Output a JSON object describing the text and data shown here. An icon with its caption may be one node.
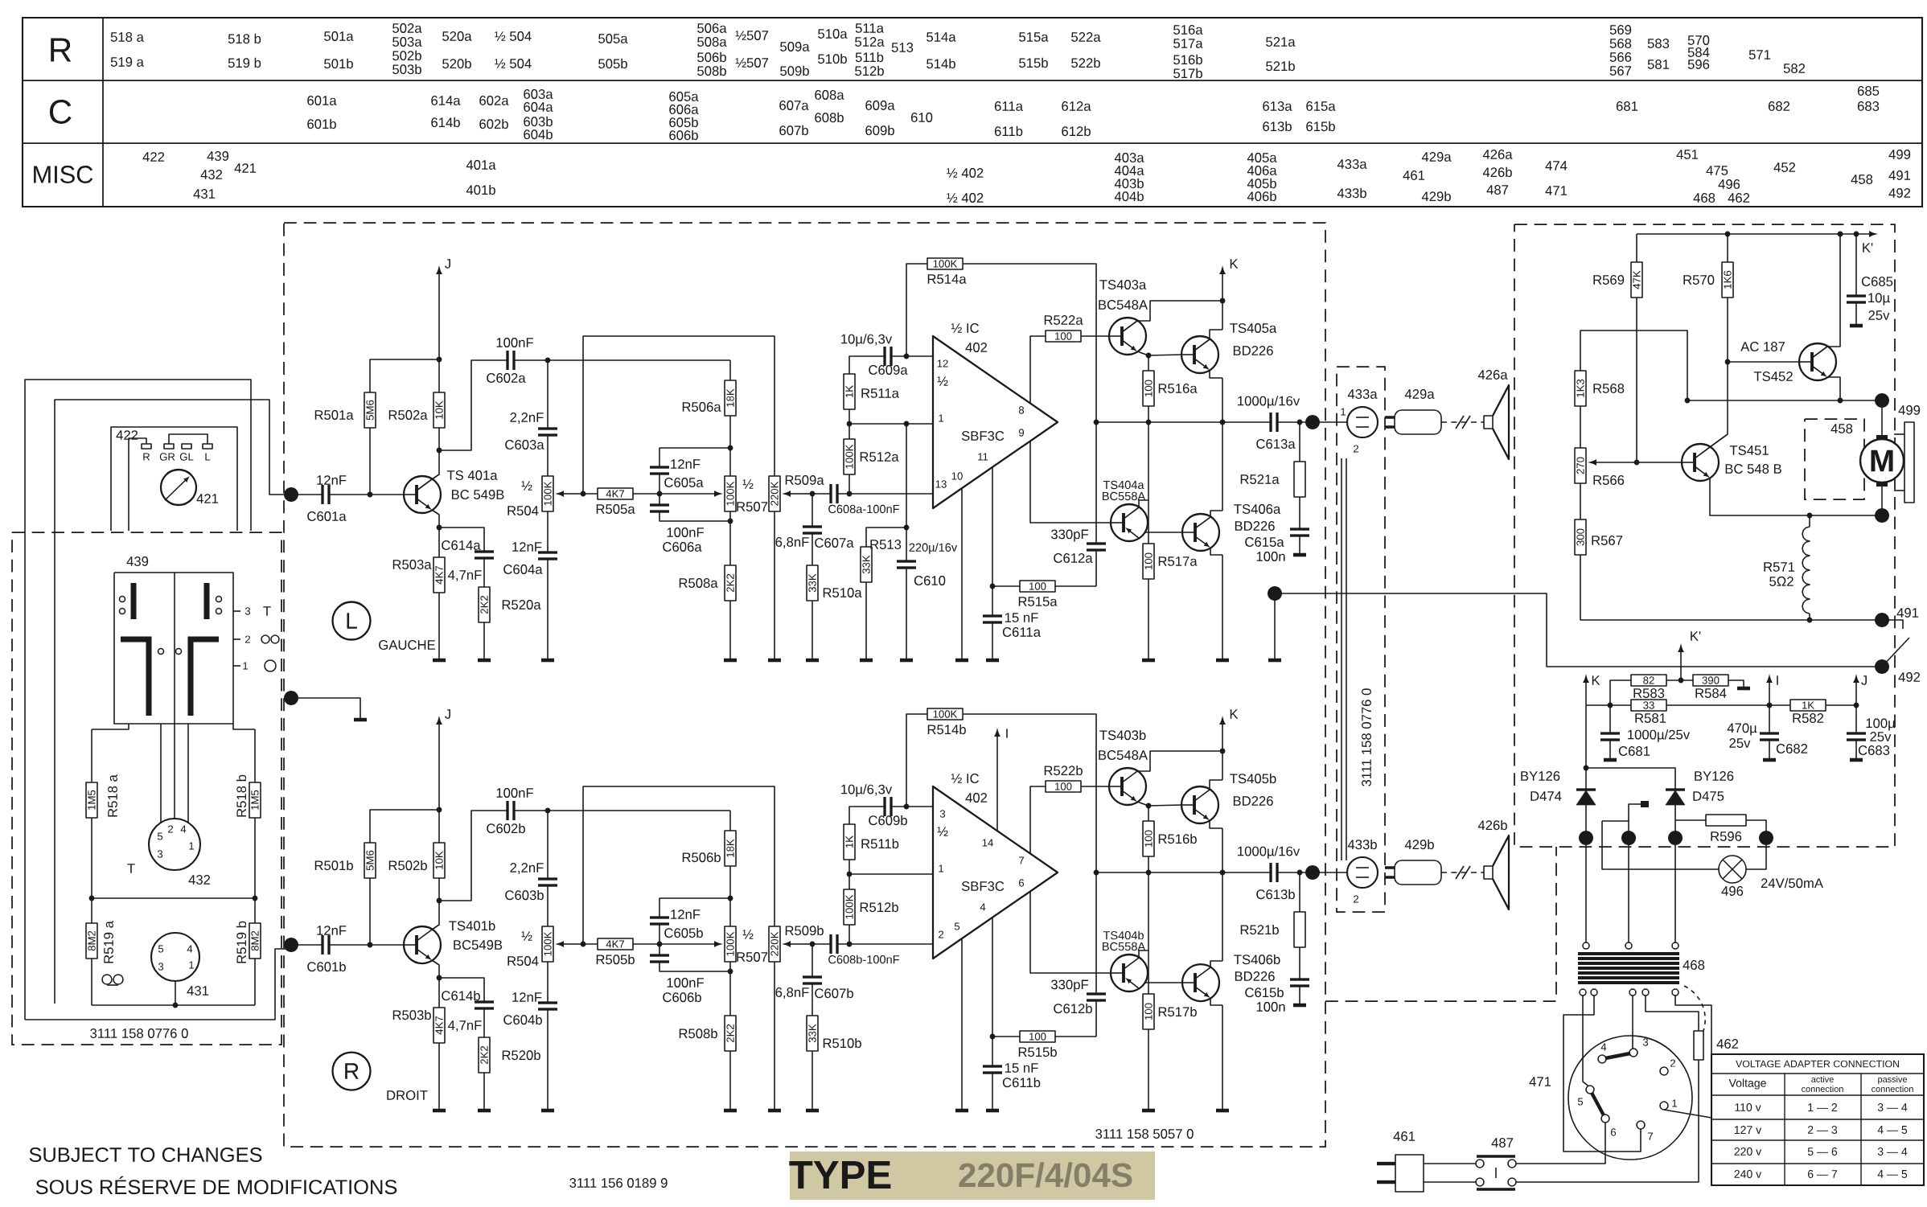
{
  "diagram": {
    "labels": [
      "R",
      "C",
      "MISC",
      "518 a",
      "519 a",
      "518 b",
      "519 b",
      "501a",
      "501b",
      "502a",
      "503a",
      "502b",
      "503b",
      "520a",
      "520b",
      "½ 504",
      "½ 504",
      "505a",
      "505b",
      "506a",
      "508a",
      "506b",
      "508b",
      "½507",
      "½507",
      "509a",
      "509b",
      "510a",
      "510b",
      "511a",
      "512a",
      "511b",
      "512b",
      "513",
      "514a",
      "514b",
      "515a",
      "515b",
      "522a",
      "522b",
      "516a",
      "517a",
      "516b",
      "517b",
      "521a",
      "521b",
      "569",
      "568",
      "566",
      "567",
      "583",
      "581",
      "570",
      "584",
      "596",
      "571",
      "582",
      "601a",
      "601b",
      "614a",
      "614b",
      "602a",
      "602b",
      "603a",
      "604a",
      "603b",
      "604b",
      "605a",
      "606a",
      "605b",
      "606b",
      "607a",
      "607b",
      "608a",
      "608b",
      "609a",
      "609b",
      "610",
      "611a",
      "611b",
      "612a",
      "612b",
      "613a",
      "615a",
      "613b",
      "615b",
      "681",
      "682",
      "685",
      "683",
      "422",
      "439",
      "432",
      "421",
      "431",
      "401a",
      "401b",
      "½ 402",
      "½ 402",
      "403a",
      "404a",
      "403b",
      "404b",
      "405a",
      "406a",
      "405b",
      "406b",
      "433a",
      "433b",
      "429a",
      "461",
      "429b",
      "426a",
      "426b",
      "487",
      "474",
      "471",
      "451",
      "475",
      "496",
      "468",
      "462",
      "452",
      "499",
      "458",
      "491",
      "492",
      "422",
      "R",
      "GR",
      "GL",
      "L",
      "421",
      "439",
      "3",
      "T",
      "2",
      "1",
      "J",
      "100nF",
      "C602a",
      "R501a",
      "5M6",
      "R502a",
      "10K",
      "2,2nF",
      "C603a",
      "12nF",
      "C601a",
      "TS 401a",
      "BC 549B",
      "½",
      "R504",
      "100K",
      "4K7",
      "R505a",
      "12nF",
      "C605a",
      "100nF",
      "C606a",
      "R506a",
      "18K",
      "100K",
      "½",
      "R507",
      "220K",
      "R509a",
      "C608a-100nF",
      "10µ/6,3v",
      "C609a",
      "1K",
      "R511a",
      "100K",
      "R512a",
      "100K",
      "R514a",
      "C614a",
      "R503a",
      "4K7",
      "4,7nF",
      "2K2",
      "R520a",
      "12nF",
      "C604a",
      "R508a",
      "2K2",
      "6,8nF",
      "C607a",
      "33K",
      "R510a",
      "33K",
      "R513",
      "220µ/16v",
      "C610",
      "L",
      "GAUCHE",
      "½ IC",
      "402",
      "½",
      "SBF3C",
      "12",
      "1",
      "13",
      "10",
      "8",
      "9",
      "11",
      "K",
      "TS403a",
      "BC548A",
      "R522a",
      "100",
      "TS405a",
      "BD226",
      "100",
      "R516a",
      "1000µ/16v",
      "C613a",
      "433a",
      "429a",
      "426a",
      "1",
      "2",
      "TS404a",
      "BC558A",
      "R521a",
      "TS406a",
      "BD226",
      "330pF",
      "C612a",
      "C615a",
      "100n",
      "100",
      "R517a",
      "100",
      "R515a",
      "15 nF",
      "C611a",
      "R569",
      "47K",
      "R570",
      "1K6",
      "K'",
      "C685",
      "10µ",
      "25v",
      "AC 187",
      "TS452",
      "1K3",
      "R568",
      "458",
      "499",
      "M",
      "TS451",
      "BC 548 B",
      "270",
      "R566",
      "300",
      "R567",
      "R571",
      "5Ω2",
      "491",
      "K'",
      "K",
      "82",
      "390",
      "I",
      "J",
      "492",
      "R583",
      "R584",
      "33",
      "1K",
      "R581",
      "R582",
      "1000µ/25v",
      "C681",
      "470µ",
      "25v",
      "C682",
      "100µ",
      "25v",
      "C683",
      "BY126",
      "D474",
      "BY126",
      "D475",
      "R596",
      "496",
      "24V/50mA",
      "468",
      "4",
      "3",
      "462",
      "2",
      "471",
      "5",
      "1",
      "461",
      "487",
      "6",
      "7",
      "VOLTAGE ADAPTER CONNECTION",
      "Voltage",
      "active connection",
      "passive connection",
      "110 v",
      "1 — 2",
      "3 — 4",
      "127 v",
      "2 — 3",
      "4 — 5",
      "220 v",
      "5 — 6",
      "3 — 4",
      "240 v",
      "6 — 7",
      "4 — 5",
      "R518 a",
      "1M5",
      "R518 b",
      "1M5",
      "5",
      "2",
      "4",
      "1",
      "3",
      "T",
      "432",
      "8M2",
      "R519 a",
      "R519 b",
      "8M2",
      "5",
      "4",
      "3",
      "1",
      "431",
      "3111 158 0776 0",
      "J",
      "100nF",
      "C602b",
      "R501b",
      "5M6",
      "R502b",
      "10K",
      "2,2nF",
      "C603b",
      "12nF",
      "C601b",
      "TS401b",
      "BC549B",
      "½",
      "R504",
      "100K",
      "4K7",
      "R505b",
      "12nF",
      "C605b",
      "100nF",
      "C606b",
      "R506b",
      "18K",
      "100K",
      "½",
      "R507",
      "220K",
      "R509b",
      "C608b-100nF",
      "10µ/6,3v",
      "C609b",
      "1K",
      "R511b",
      "100K",
      "R512b",
      "100K",
      "R514b",
      "C614b",
      "R503b",
      "4K7",
      "4,7nF",
      "2K2",
      "R520b",
      "12nF",
      "C604b",
      "R508b",
      "2K2",
      "6,8nF",
      "C607b",
      "33K",
      "R510b",
      "R",
      "DROIT",
      "½ IC",
      "402",
      "½",
      "SBF3C",
      "3",
      "1",
      "2",
      "5",
      "7",
      "6",
      "4",
      "14",
      "I",
      "K",
      "TS403b",
      "BC548A",
      "R522b",
      "100",
      "TS405b",
      "BD226",
      "100",
      "R516b",
      "1000µ/16v",
      "C613b",
      "433b",
      "429b",
      "426b",
      "2",
      "TS404b",
      "BC558A",
      "R521b",
      "TS406b",
      "BD226",
      "330pF",
      "C612b",
      "C615b",
      "100n",
      "100",
      "R517b",
      "100",
      "R515b",
      "15 nF",
      "C611b",
      "SUBJECT TO CHANGES",
      "SOUS RÉSERVE DE MODIFICATIONS",
      "3111 156 0189 9",
      "3111 158 5057 0",
      "3111 158 0776 0",
      "TYPE",
      "220F/4/04S"
    ]
  }
}
